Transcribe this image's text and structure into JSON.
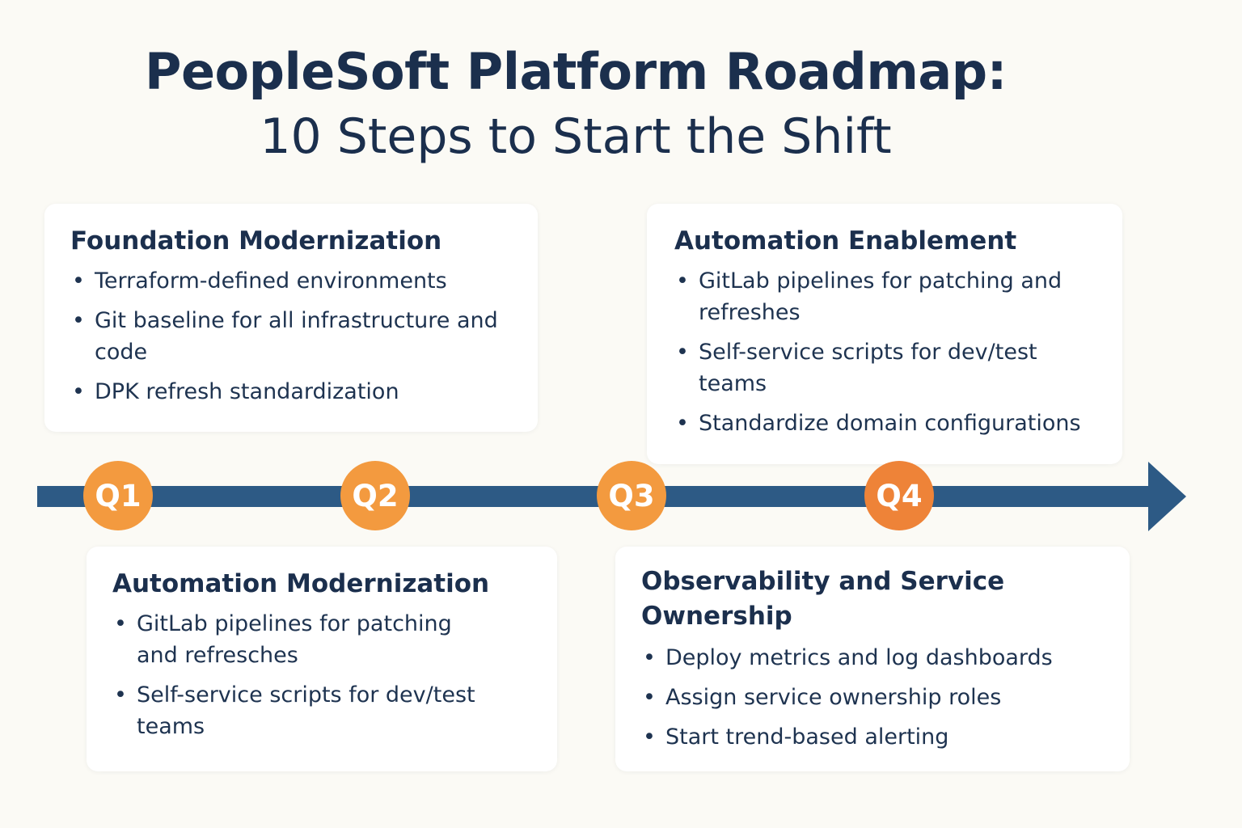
{
  "title": {
    "main": "PeopleSoft Platform Roadmap:",
    "sub": "10 Steps to Start the Shift"
  },
  "colors": {
    "background": "#fbfaf5",
    "timeline": "#2d5a85",
    "quarter": "#f39a3f",
    "quarter_accent": "#ee8338",
    "text": "#1b2f4d"
  },
  "quarters": [
    "Q1",
    "Q2",
    "Q3",
    "Q4"
  ],
  "cards": {
    "q1": {
      "heading": "Foundation Modernization",
      "items": [
        "Terraform-defined environments",
        "Git baseline for all infrastructure and code",
        "DPK refresh standardization"
      ]
    },
    "q2": {
      "heading": "Automation Modernization",
      "items": [
        "GitLab pipelines for patching and refresches",
        "Self-service scripts for dev/test teams"
      ]
    },
    "q3": {
      "heading": "Automation Enablement",
      "items": [
        "GitLab pipelines for patching and refreshes",
        "Self-service scripts for dev/test teams",
        "Standardize domain configurations"
      ]
    },
    "q4": {
      "heading": "Observability and Service Ownership",
      "items": [
        "Deploy metrics and log dashboards",
        "Assign service ownership roles",
        "Start trend-based alerting"
      ]
    }
  }
}
